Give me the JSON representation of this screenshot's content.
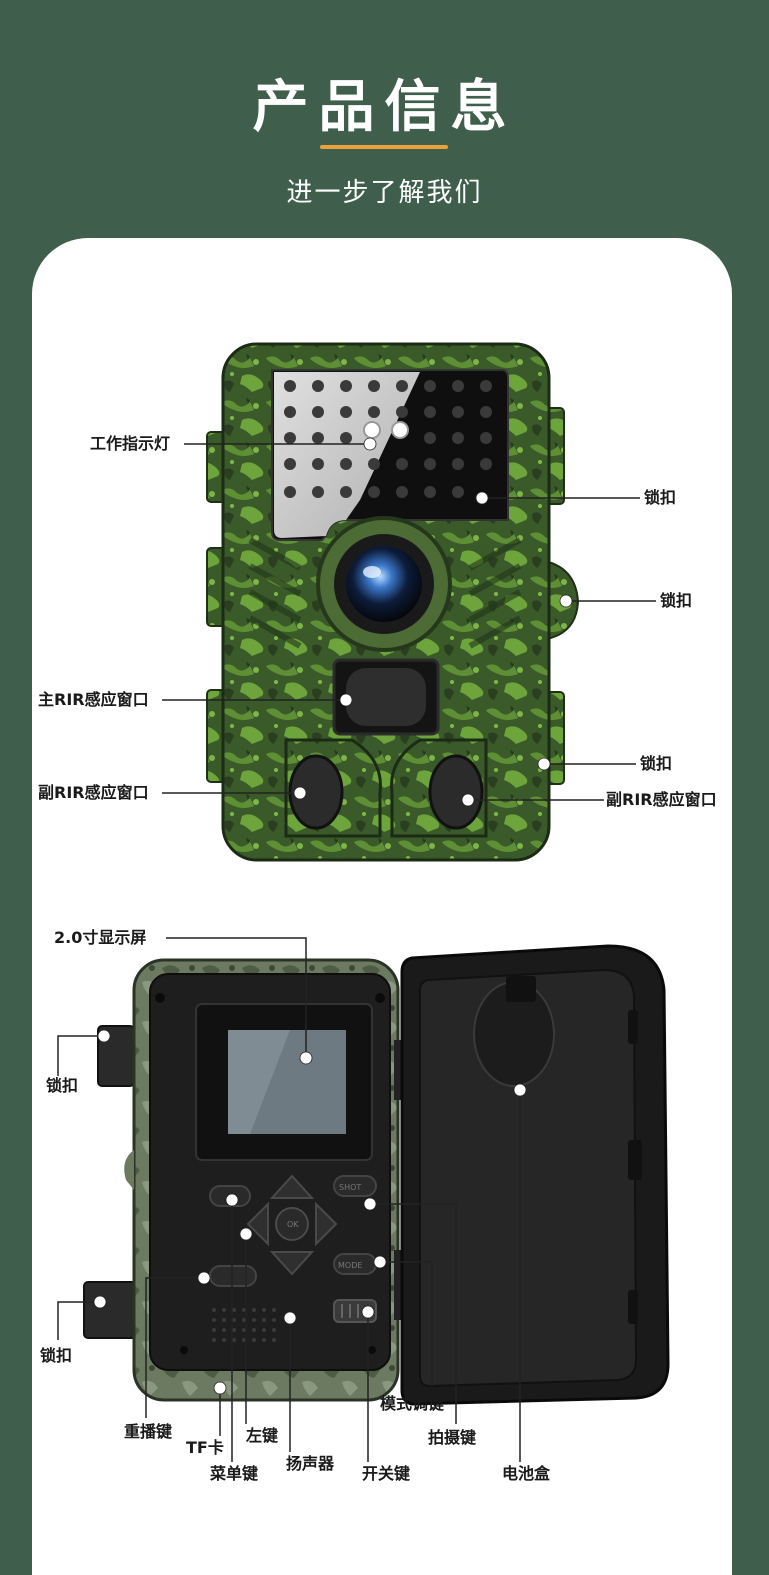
{
  "header": {
    "title": "产品信息",
    "subtitle": "进一步了解我们",
    "accent_color": "#e9a23b",
    "background_color": "#3f5f4c"
  },
  "front_view": {
    "labels": {
      "status_light": "工作指示灯",
      "lock_top_right": "锁扣",
      "lock_mid_right": "锁扣",
      "main_pir": "主RIR感应窗口",
      "lock_lower_right": "锁扣",
      "sub_pir_left": "副RIR感应窗口",
      "sub_pir_right": "副RIR感应窗口"
    }
  },
  "back_view": {
    "labels": {
      "screen": "2.0寸显示屏",
      "lock_left_top": "锁扣",
      "lock_left_bottom": "锁扣",
      "replay_key": "重播键",
      "tf_card": "TF卡",
      "menu_key": "菜单键",
      "left_key": "左键",
      "speaker": "扬声器",
      "power_switch": "开关键",
      "mode_key": "模式调键",
      "shoot_key": "拍摄键",
      "battery_box": "电池盒"
    },
    "button_texts": {
      "ok": "OK",
      "shot": "SHOT",
      "mode": "MODE"
    }
  }
}
